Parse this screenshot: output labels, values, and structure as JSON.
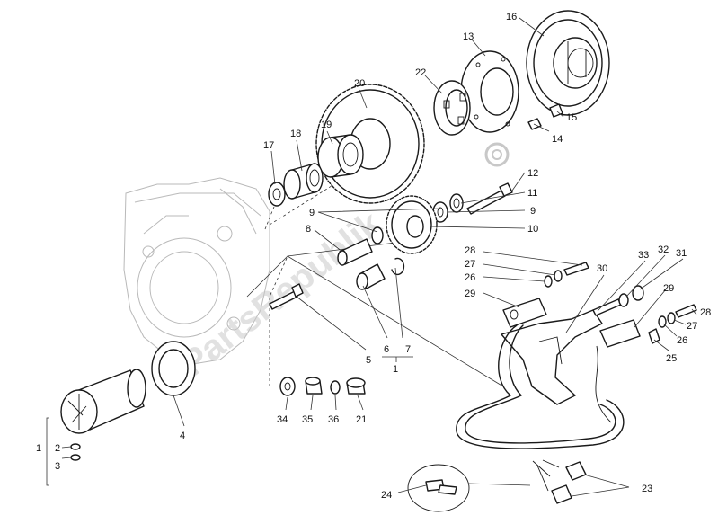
{
  "watermark": "PartsRepublik",
  "callouts": {
    "c1": "1",
    "c1b": "1",
    "c2": "2",
    "c3": "3",
    "c4": "4",
    "c5": "5",
    "c6": "6",
    "c7": "7",
    "c8": "8",
    "c9a": "9",
    "c9b": "9",
    "c10": "10",
    "c11": "11",
    "c12": "12",
    "c13": "13",
    "c14": "14",
    "c15": "15",
    "c16": "16",
    "c17": "17",
    "c18": "18",
    "c19": "19",
    "c20": "20",
    "c21": "21",
    "c22": "22",
    "c23": "23",
    "c24": "24",
    "c25": "25",
    "c26a": "26",
    "c26b": "26",
    "c27a": "27",
    "c27b": "27",
    "c28a": "28",
    "c28b": "28",
    "c29a": "29",
    "c29b": "29",
    "c30": "30",
    "c31": "31",
    "c32": "32",
    "c33": "33",
    "c34": "34",
    "c35": "35",
    "c36": "36"
  },
  "colors": {
    "ink": "#1a1a1a",
    "ghost": "#b9b9b9",
    "watermark": "#c8c8c8"
  }
}
